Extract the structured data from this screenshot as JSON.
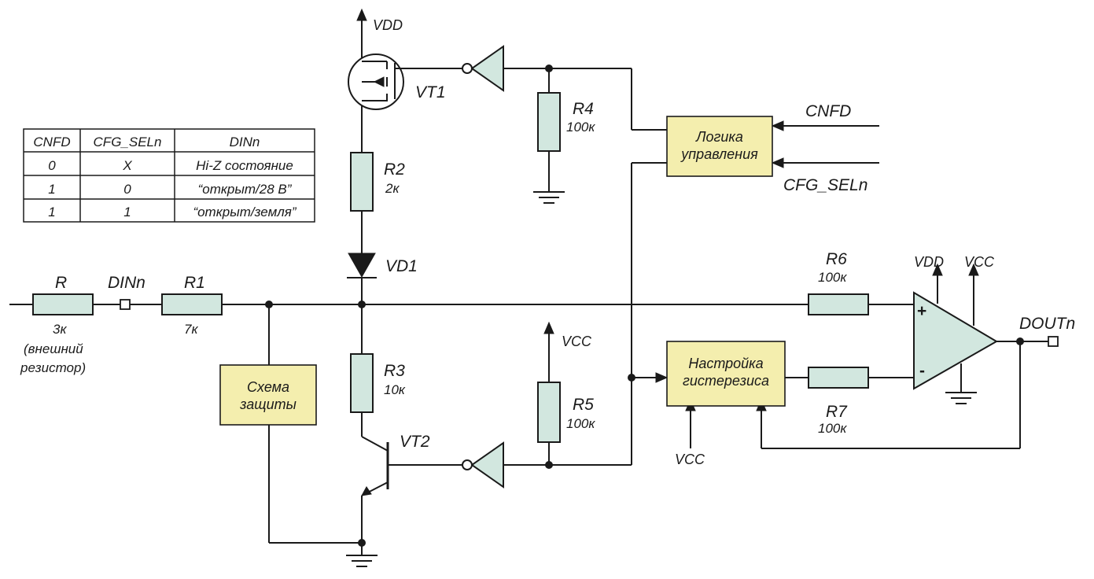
{
  "components": {
    "vdd_top": "VDD",
    "vt1": "VT1",
    "r4": {
      "name": "R4",
      "value": "100к"
    },
    "r2": {
      "name": "R2",
      "value": "2к"
    },
    "vd1": "VD1",
    "r": {
      "name": "R",
      "value": "3к",
      "note_line1": "(внешний",
      "note_line2": "резистор)"
    },
    "din": "DINn",
    "r1": {
      "name": "R1",
      "value": "7к"
    },
    "r3": {
      "name": "R3",
      "value": "10к"
    },
    "vt2": "VT2",
    "vcc_r5": "VCC",
    "r5": {
      "name": "R5",
      "value": "100к"
    },
    "r6": {
      "name": "R6",
      "value": "100к"
    },
    "r7": {
      "name": "R7",
      "value": "100к"
    },
    "opamp_vdd": "VDD",
    "opamp_vcc": "VCC",
    "plus": "+",
    "minus": "-",
    "dout": "DOUTn",
    "vcc_hyst": "VCC",
    "cnfd_in": "CNFD",
    "cfg_in": "CFG_SELn"
  },
  "blocks": {
    "logic_line1": "Логика",
    "logic_line2": "управления",
    "hyst_line1": "Настройка",
    "hyst_line2": "гистерезиса",
    "prot_line1": "Схема",
    "prot_line2": "защиты"
  },
  "table": {
    "headers": [
      "CNFD",
      "CFG_SELn",
      "DINn"
    ],
    "rows": [
      [
        "0",
        "X",
        "Hi-Z состояние"
      ],
      [
        "1",
        "0",
        "“открыт/28 В”"
      ],
      [
        "1",
        "1",
        "“открыт/земля”"
      ]
    ]
  },
  "colors": {
    "resistor_fill": "#d2e7df",
    "block_fill": "#f4eeae",
    "line": "#1a1a1a"
  }
}
